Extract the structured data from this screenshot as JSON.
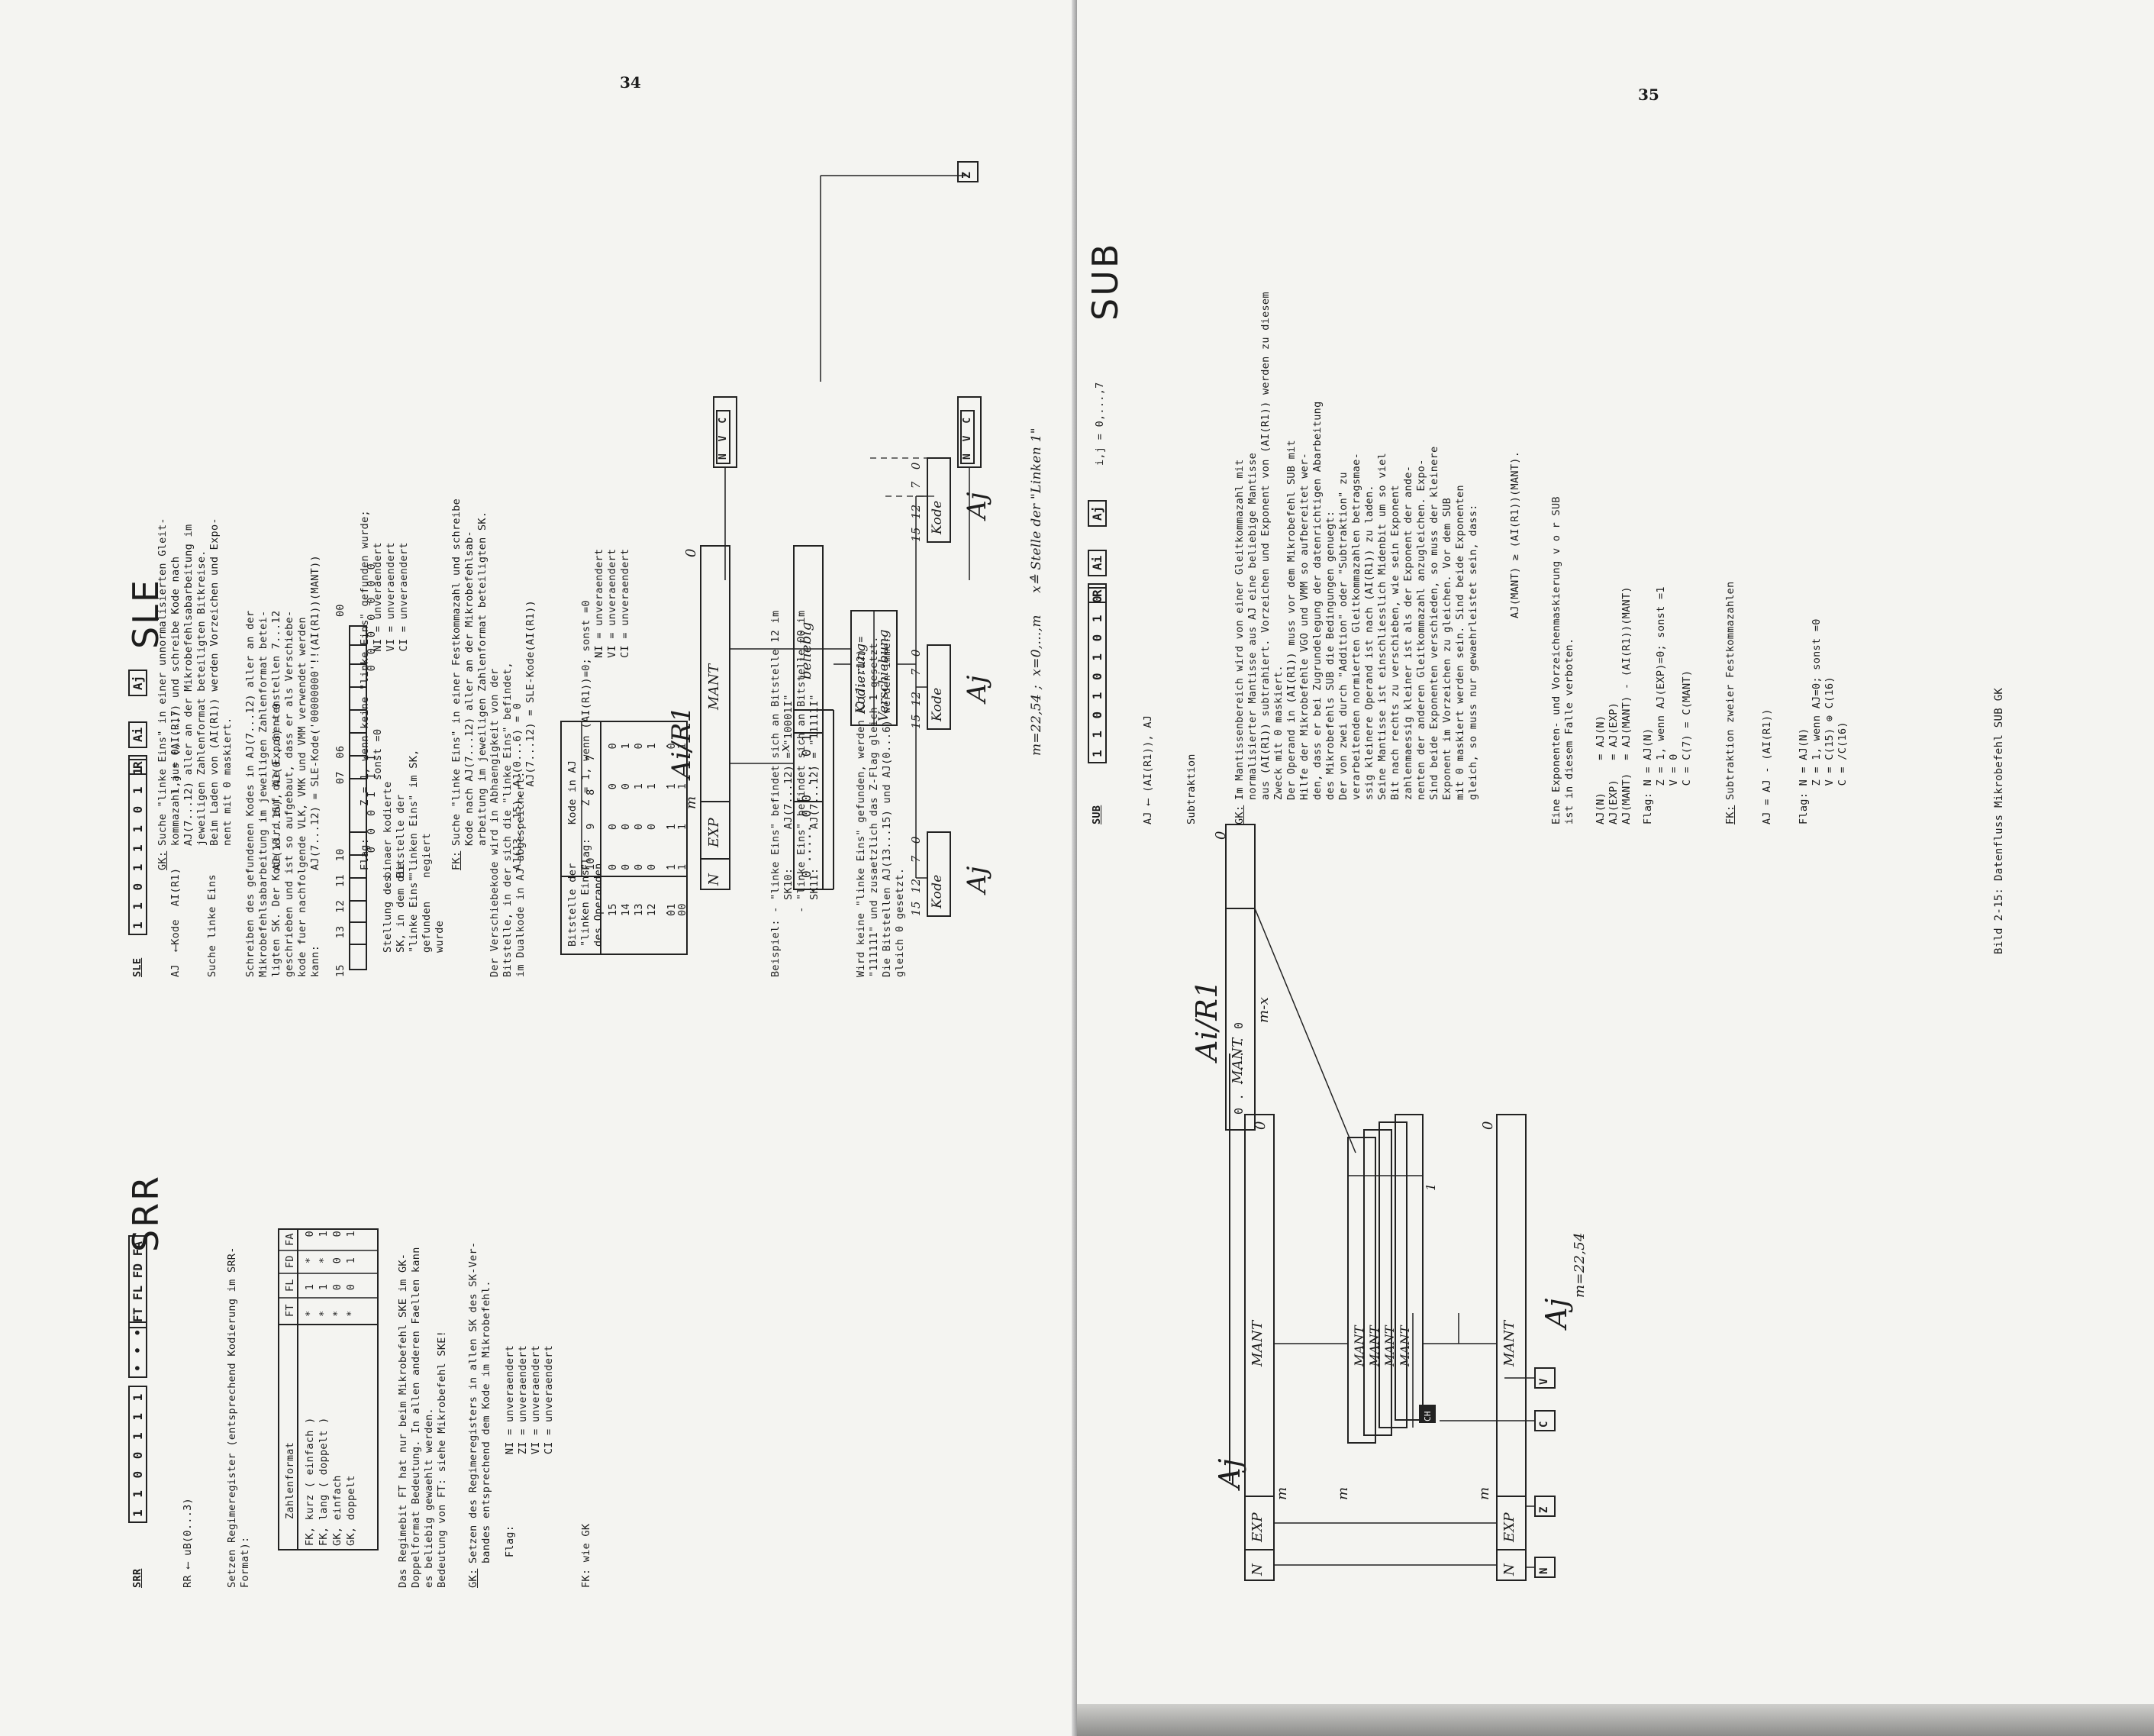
{
  "left_page": {
    "page_number": "34",
    "sle": {
      "tag": "SLE",
      "opcode": "1 1 0 1 1 1 0 1 1",
      "reg_r": "R",
      "reg_ai": "Ai",
      "reg_aj": "Aj",
      "big_label": "SLE",
      "operation": "AJ  ⟵Kode  AI(R1)",
      "range": "i,j = 0,...,7",
      "title": "Suche linke Eins",
      "desc": "Schreiben des gefundenen Kodes in AJ(7...12) aller an der\nMikrobefehlsabarbeitung im jeweiligen Zahlenformat betei-\nligten SK. Der Kode wird auf die Exponentenstellen 7...12\ngeschrieben und ist so aufgebaut, dass er als Verschiebe-\nkode fuer nachfolgende VLK, VMK und VMM verwendet werden\nkann:",
      "bit_header": "15    13  12  11  10          07  06                    00",
      "bits_left": [
        "0",
        "0",
        "0",
        "I",
        "I",
        "I"
      ],
      "bits_right": [
        "0",
        "0",
        "0",
        "0",
        "0",
        "0",
        "0"
      ],
      "note_stellung": "Stellung des\nSK, in dem die\n\"linke Eins\"\ngefunden\nwurde",
      "note_binaer": "binaer kodierte\nBitstelle der\n\"linken Eins\" im SK,\nnegiert",
      "desc2": "Der Verschiebekode wird in Abhaengigkeit von der\nBitstelle, in der sich die \"linke Eins\" befindet,\nim Dualkode in AJ abgespeichert:",
      "table_header_a": "Bitstelle der\n\"linken Eins\"\ndes Operanden",
      "table_header_b": "Kode in AJ",
      "table_cols": [
        "10",
        "9",
        "8",
        "7"
      ],
      "table_rows": [
        [
          "15",
          "0",
          "0",
          "0",
          "0"
        ],
        [
          "14",
          "0",
          "0",
          "0",
          "1"
        ],
        [
          "13",
          "0",
          "0",
          "1",
          "0"
        ],
        [
          "12",
          "0",
          "0",
          "1",
          "1"
        ],
        [
          ".",
          ".",
          ".",
          ".",
          "."
        ],
        [
          "01",
          "1",
          "1",
          "1",
          "0"
        ],
        [
          "00",
          "1",
          "1",
          "1",
          "1"
        ]
      ],
      "beispiel": "Beispiel: - \"linke Eins\" befindet sich an Bitstelle 12 im\n            SK10:      AJ(7...12) = \"10001I\"\n          - \"linke Eins\" befindet sich an Bitstelle 00 im\n            SK11:      AJ(7...12) = \"11111I\"",
      "keine": "Wird keine \"linke Eins\" gefunden, werden AJ(7...12) =\n\"111111\" und zusaetzlich das Z-Flag gleich 1 gesetzt.\nDie Bitstellen AJ(13...15) und AJ(0...6) werden immer\ngleich 0 gesetzt.",
      "gk_label": "GK:",
      "gk_text": "Suche \"linke Eins\" in einer unnormalisierten Gleit-\nkommazahl aus (AI(R1)) und schreibe Kode nach\nAJ(7...12) aller an der Mikrobefehlsabarbeitung im\njeweiligen Zahlenformat beteiligten Bitkreise.\nBeim Laden von (AI(R1)) werden Vorzeichen und Expo-\nnent mit 0 maskiert.",
      "gk_f1": "AJ(13...15), AJ(0...6) = 0",
      "gk_f2": "AJ(7...12) = SLE-Kode('00000000'!!(AI(R1))(MANT))",
      "gk_flag": "Flag:     Z = 1, wenn keine \"linke Eins\" gefunden wurde;\n              sonst =0            NI = unveraendert\n                                  VI = unveraendert\n                                  CI = unveraendert",
      "fk_label": "FK:",
      "fk_text": "Suche \"linke Eins\" in einer Festkommazahl und schreibe\nKode nach AJ(7...12) aller an der Mikrobefehlsab-\narbeitung im jeweiligen Zahlenformat beteiligten SK.",
      "fk_f1": "AJ(13...15), AJ(0...6) = 0\n             AJ(7...12) = SLE-Kode(AI(R1))",
      "fk_flag": "Flag:     Z = 1, wenn (AI(R1))=0; sonst =0\n                                 NI = unveraendert\n                                 VI = unveraendert\n                                 CI = unveraendert"
    },
    "diagram": {
      "nvc_1": "N V C",
      "nvc_2": "N V C",
      "z_box": "Z",
      "label_air1": "Ai/R1",
      "f_n": "N",
      "f_exp": "EXP",
      "f_mant": "MANT",
      "lbl_m": "m",
      "lbl_0": "0",
      "lbl_x": "x",
      "reg_bits": "0 ..... 0 0 ... 0 1",
      "beliebig": "beliebig",
      "kodierung": "Kodierung",
      "verschiebung": "Verschiebung",
      "kode": "Kode",
      "bits_15_12_7_0": "15  12    7   0",
      "aj": "Aj",
      "footnote": "m=22,54 ;  x=0,...,m     x≙ Stelle der \"Linken 1\""
    },
    "srr": {
      "tag": "SRR",
      "opcode": "1 1 0 0 1 1 1",
      "bits_tail": "• • •",
      "ft_boxes": "FT FL FD FA",
      "big_label": "SRR",
      "operation": "RR ⟵ uB(0...3)",
      "title": "Setzen Regimeregister (entsprechend Kodierung im SRR-\nFormat):",
      "table_headers": [
        "Zahlenformat",
        "FT",
        "FL",
        "FD",
        "FA"
      ],
      "table_rows": [
        [
          "FK, kurz ( einfach )",
          "*",
          "1",
          "*",
          "0"
        ],
        [
          "FK, lang ( doppelt )",
          "*",
          "1",
          "*",
          "1"
        ],
        [
          "GK, einfach",
          "*",
          "0",
          "0",
          "0"
        ],
        [
          "GK, doppelt",
          "*",
          "0",
          "1",
          "1"
        ]
      ],
      "note": "Das Regimebit FT hat nur beim Mikrobefehl SKE im GK-\nDoppelformat Bedeutung. In allen anderen Faellen kann\nes beliebig gewaehlt werden.\nBedeutung von FT: siehe Mikrobefehl SKE!",
      "gk_label": "GK:",
      "gk_text": "Setzen des Regimeregisters in allen SK des SK-Ver-\nbandes entsprechend dem Kode im Mikrobefehl.",
      "flag": "Flag:           NI = unveraendert\n                ZI = unveraendert\n                VI = unveraendert\n                CI = unveraendert",
      "fk": "FK: wie GK"
    }
  },
  "right_page": {
    "page_number": "35",
    "sub": {
      "tag": "SUB",
      "opcode": "1 1 0 1 0 1 0 1 0",
      "reg_r": "R",
      "reg_ai": "Ai",
      "reg_aj": "Aj",
      "big_label": "SUB",
      "operation": "AJ ⟵ (AI(R1)), AJ",
      "range": "i,j = 0,...,7",
      "title": "Subtraktion",
      "gk_label": "GK:",
      "gk_text": "Im Mantissenbereich wird von einer Gleitkommazahl mit\nnormalisierter Mantisse aus AJ eine beliebige Mantisse\naus (AI(R1)) subtrahiert. Vorzeichen und Exponent von (AI(R1)) werden zu diesem\nZweck mit 0 maskiert.\nDer Operand in (AI(R1)) muss vor dem Mikrobefehl SUB mit\nHilfe der Mikrobefehle VGO und VMM so aufbereitet wer-\nden, dass er bei Zugrundelegung der datenrichtigen Abarbeitung\ndes Mikrobefehls SUB die Bedingungen genuegt:\nDer von zwei durch \"Addition\" oder \"Subtraktion\" zu\nverarbeitenden normierten Gleitkommazahlen betragsmae-\nssig kleinere Operand ist nach (AI(R1)) zu laden.\nSeine Mantisse ist einschliesslich Midenbit um so viel\nBit nach rechts zu verschieben, wie sein Exponent\nzahlenmaessig kleiner ist als der Exponent der ande-\nnenten der anderen Gleitkommazahl anzugleichen. Expo-\nSind beide Exponenten verschieden, so muss der kleinere\nExponent im Vorzeichen zu gleichen. Vor dem SUB\nmit 0 maskiert werden sein. Sind beide Exponenten\ngleich, so muss nur gewaehrleistet sein, dass:",
      "cond": "AJ(MANT) ≥ (AI(R1))(MANT).",
      "mask_note": "Eine Exponenten- und Vorzeichenmaskierung v o r SUB\nist in diesem Falle verboten.",
      "f1": "AJ(N)     = AJ(N)\nAJ(EXP)   = AJ(EXP)\nAJ(MANT)  = AJ(MANT) - (AI(R1))(MANT)",
      "flag": "Flag: N = AJ(N)\n      Z = 1, wenn AJ(EXP)=0; sonst =1\n      V = 0\n      C = C(7) = C(MANT)",
      "fk_label": "FK:",
      "fk_title": "Subtraktion zweier Festkommazahlen",
      "fk_f1": "AJ = AJ - (AI(R1))",
      "fk_flag": "Flag: N = AJ(N)\n      Z = 1, wenn AJ=0; sonst =0\n      V = C(15) ⊕ C(16)\n      C = /C(16)"
    },
    "diagram": {
      "label_air1": "Ai/R1",
      "label_aj_top": "Aj",
      "label_aj_bot": "Aj",
      "label_m2254": "m=22,54",
      "f_n": "N",
      "f_exp": "EXP",
      "f_mant": "MANT",
      "lbl_m": "m",
      "lbl_mx": "m-x",
      "lbl_0": "0",
      "lbl_1": "1",
      "reg_bits": "0 . . . . . 0",
      "flag_n": "N",
      "flag_z": "Z",
      "flag_c": "C",
      "flag_v": "V",
      "ch": "CH"
    },
    "caption": "Bild 2-15: Datenfluss Mikrobefehl SUB GK"
  }
}
